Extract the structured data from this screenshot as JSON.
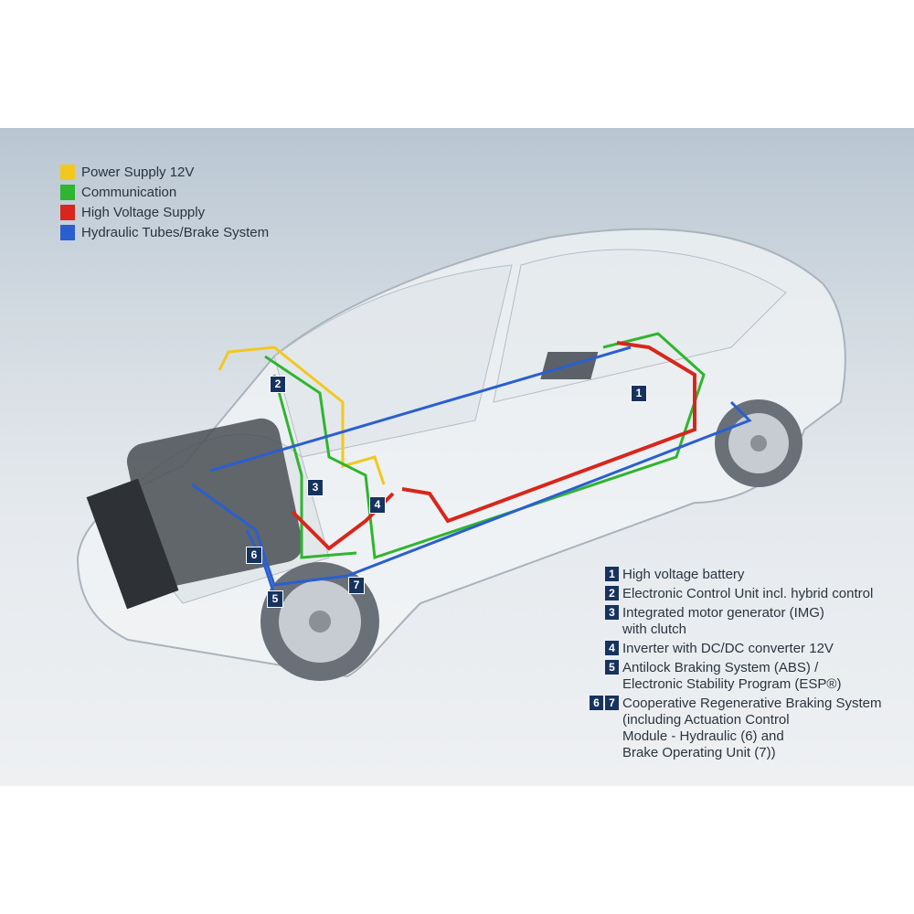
{
  "legend": [
    {
      "label": "Power Supply 12V",
      "color": "#f2c81e"
    },
    {
      "label": "Communication",
      "color": "#2fb52f"
    },
    {
      "label": "High Voltage Supply",
      "color": "#d8261c"
    },
    {
      "label": "Hydraulic Tubes/Brake System",
      "color": "#2a5fd0"
    }
  ],
  "markers": {
    "m1": "1",
    "m2": "2",
    "m3": "3",
    "m4": "4",
    "m5": "5",
    "m6": "6",
    "m7": "7"
  },
  "components": [
    {
      "nums": [
        "1"
      ],
      "text": "High voltage battery"
    },
    {
      "nums": [
        "2"
      ],
      "text": "Electronic Control Unit incl. hybrid control"
    },
    {
      "nums": [
        "3"
      ],
      "text": "Integrated motor generator (IMG)\nwith clutch"
    },
    {
      "nums": [
        "4"
      ],
      "text": "Inverter with DC/DC converter 12V"
    },
    {
      "nums": [
        "5"
      ],
      "text": "Antilock Braking System (ABS) /\nElectronic Stability Program (ESP®)"
    },
    {
      "nums": [
        "6",
        "7"
      ],
      "text": "Cooperative Regenerative Braking System\n(including Actuation Control\nModule - Hydraulic (6) and\nBrake Operating Unit (7))"
    }
  ]
}
